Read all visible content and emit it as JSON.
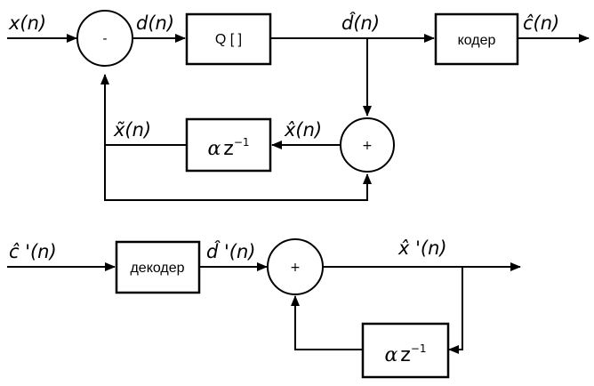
{
  "encoder": {
    "input_label": "x(n)",
    "difference_label": "d(n)",
    "quantized_label": "d̂(n)",
    "output_label": "ĉ(n)",
    "reconstructed_label": "x̂(n)",
    "prediction_label": "x̃(n)",
    "subtract_sign": "-",
    "add_sign": "+",
    "quantizer_label": "Q [ ]",
    "coder_label": "кодер",
    "predictor": {
      "alpha": "α",
      "z": "z",
      "exponent": "−1"
    }
  },
  "decoder": {
    "input_label": "ĉ '(n)",
    "decoded_label": "d̂ '(n)",
    "output_label": "x̂ '(n)",
    "add_sign": "+",
    "decoder_label": "декодер",
    "predictor": {
      "alpha": "α",
      "z": "z",
      "exponent": "−1"
    }
  }
}
